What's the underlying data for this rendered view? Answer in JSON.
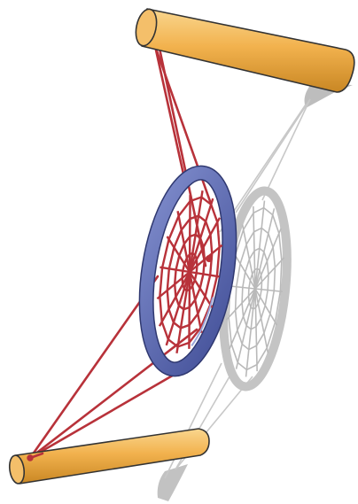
{
  "diagram": {
    "objects": {
      "top_beam": {
        "kind": "cylinder",
        "color": "#F2B24E"
      },
      "bottom_beam": {
        "kind": "cylinder",
        "color": "#F2B24E"
      },
      "ring": {
        "kind": "torus",
        "color": "#5E6DAF"
      },
      "web_net": {
        "kind": "spider-web-net",
        "color": "#B8323A",
        "spokes": 16,
        "rings": 4
      },
      "shadow": {
        "color": "#B9B9B9",
        "spokes": 16,
        "rings": 4
      }
    }
  }
}
